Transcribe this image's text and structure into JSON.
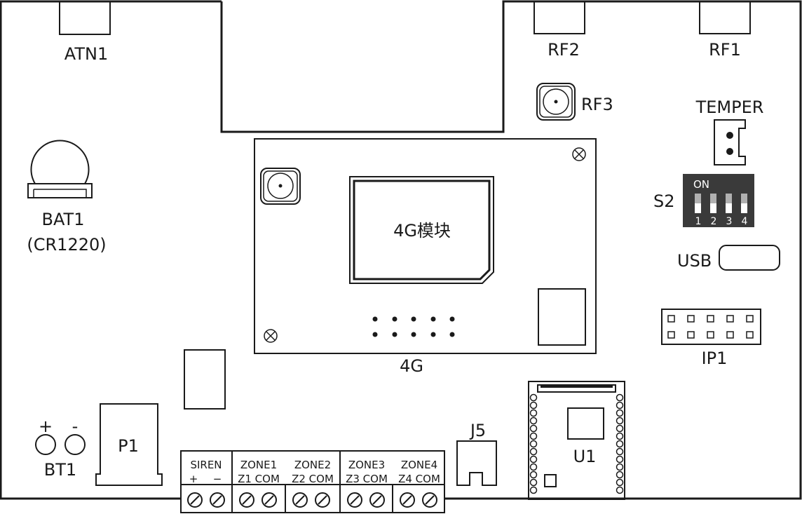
{
  "labels": {
    "atn1": "ATN1",
    "rf2": "RF2",
    "rf1": "RF1",
    "rf3": "RF3",
    "temper": "TEMPER",
    "s2": "S2",
    "usb": "USB",
    "bat1": "BAT1",
    "bat1_type": "(CR1220)",
    "module_chip": "4G模块",
    "module": "4G",
    "ip1": "IP1",
    "u1": "U1",
    "j5": "J5",
    "p1": "P1",
    "bt1": "BT1",
    "bt1_plus": "+",
    "bt1_minus": "-"
  },
  "dip_switch": {
    "on_label": "ON",
    "positions": [
      "1",
      "2",
      "3",
      "4"
    ]
  },
  "terminals": {
    "groups": [
      {
        "title": "SIREN",
        "pins": [
          "+",
          "−"
        ]
      },
      {
        "title": "ZONE1",
        "pins": [
          "Z1 COM"
        ]
      },
      {
        "title": "ZONE2",
        "pins": [
          "Z2 COM"
        ]
      },
      {
        "title": "ZONE3",
        "pins": [
          "Z3 COM"
        ]
      },
      {
        "title": "ZONE4",
        "pins": [
          "Z4 COM"
        ]
      }
    ]
  }
}
